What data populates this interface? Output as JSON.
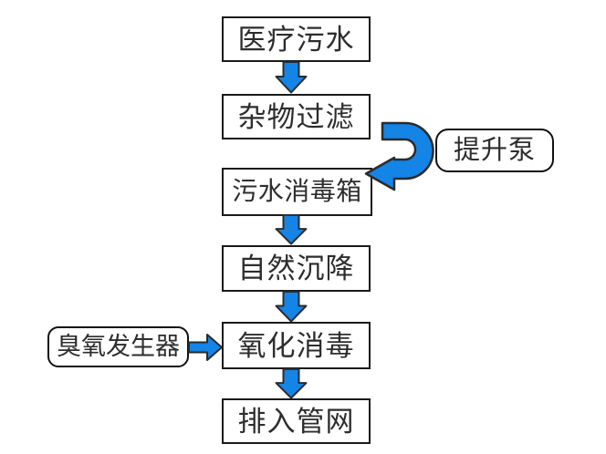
{
  "flowchart": {
    "main_steps": [
      {
        "label": "医疗污水"
      },
      {
        "label": "杂物过滤"
      },
      {
        "label": "污水消毒箱"
      },
      {
        "label": "自然沉降"
      },
      {
        "label": "氧化消毒"
      },
      {
        "label": "排入管网"
      }
    ],
    "side_nodes": {
      "pump": {
        "label": "提升泵"
      },
      "ozone": {
        "label": "臭氧发生器"
      }
    },
    "connectors": [
      {
        "from": "医疗污水",
        "to": "杂物过滤",
        "type": "down-arrow"
      },
      {
        "from": "杂物过滤",
        "to": "污水消毒箱",
        "type": "u-turn-arrow",
        "via": "提升泵"
      },
      {
        "from": "污水消毒箱",
        "to": "自然沉降",
        "type": "down-arrow"
      },
      {
        "from": "自然沉降",
        "to": "氧化消毒",
        "type": "down-arrow"
      },
      {
        "from": "臭氧发生器",
        "to": "氧化消毒",
        "type": "right-arrow"
      },
      {
        "from": "氧化消毒",
        "to": "排入管网",
        "type": "down-arrow"
      }
    ]
  },
  "colors": {
    "arrow_fill": "#1484E6",
    "arrow_stroke": "#2B2B2B",
    "box_border": "#1A1A1A",
    "text": "#2D2D2D",
    "background": "#FFFFFF"
  }
}
